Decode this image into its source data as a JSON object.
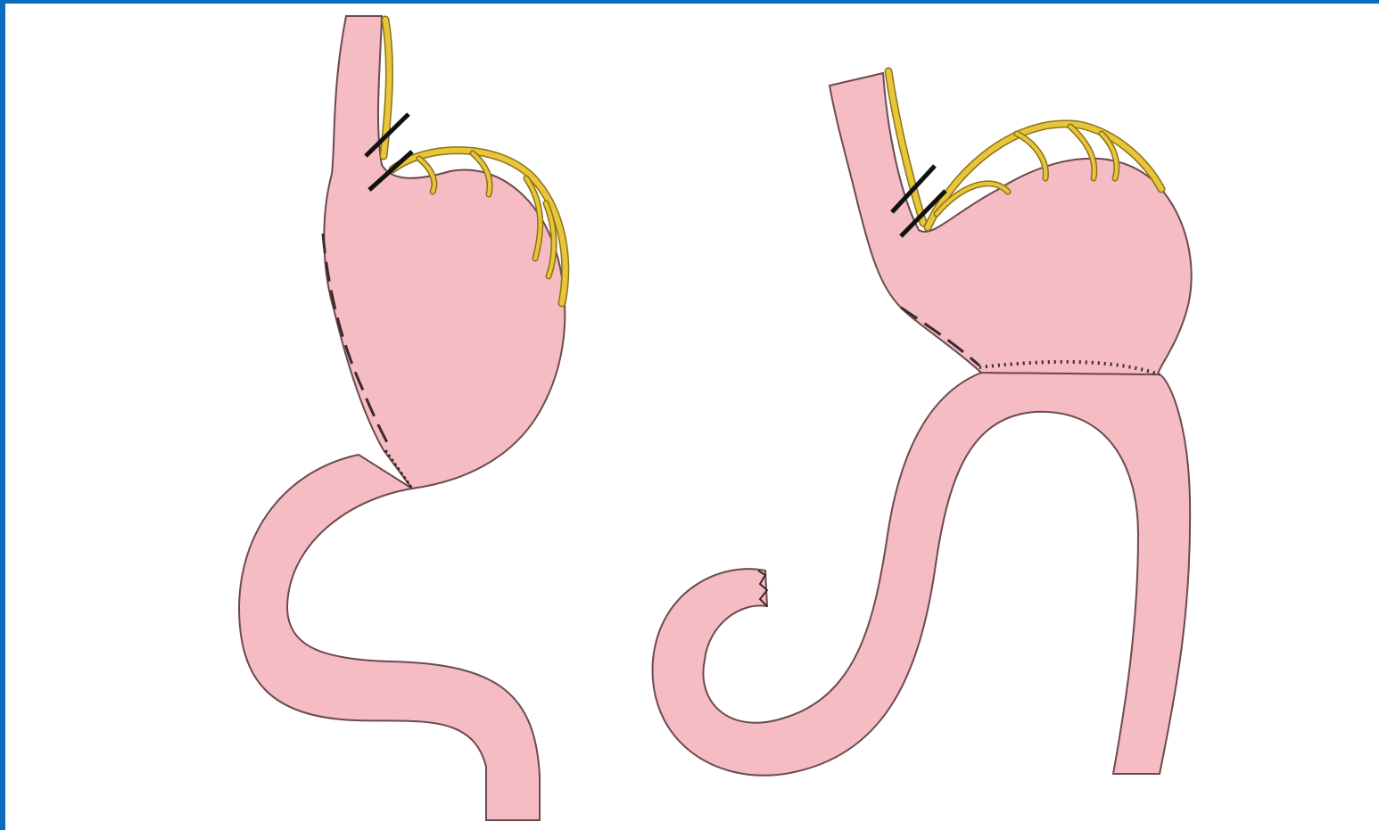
{
  "figure": {
    "colors": {
      "frame_border": "#0a6bbf",
      "background": "#ffffff",
      "tissue_fill": "#f5bcc4",
      "tissue_outline": "#6b4a4f",
      "vessel_fill": "#e8c53a",
      "vessel_outline": "#8a7316",
      "clip": "#111111",
      "staple_line": "#3a2a2e"
    },
    "panels": [
      {
        "id": "left",
        "parts": [
          "esophagus",
          "gastric-pouch",
          "vagus-nerve-branches",
          "clip-marks",
          "staple-line",
          "anastomosis",
          "jejunal-limb"
        ]
      },
      {
        "id": "right",
        "parts": [
          "esophagus",
          "gastric-pouch",
          "vagus-nerve-branches",
          "clip-marks",
          "staple-line",
          "anastomosis",
          "jejunal-loop",
          "blind-end"
        ]
      }
    ]
  }
}
